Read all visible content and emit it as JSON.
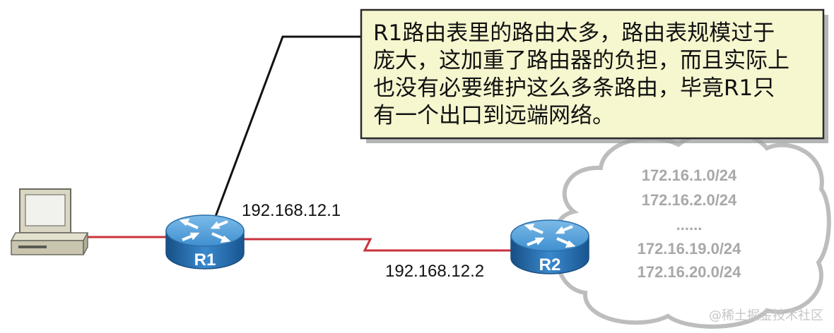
{
  "callout": {
    "lines": [
      "R1路由表里的路由太多，路由表规模过于",
      "庞大，这加重了路由器的负担，而且实际上",
      "也没有必要维护这么多条路由，毕竟R1只",
      "有一个出口到远端网络。"
    ]
  },
  "devices": {
    "pc": {
      "icon": "pc-icon"
    },
    "r1": {
      "label": "R1",
      "icon": "router-icon"
    },
    "r2": {
      "label": "R2",
      "icon": "router-icon"
    }
  },
  "links": {
    "r1_ip": "192.168.12.1",
    "r2_ip": "192.168.12.2"
  },
  "cloud": {
    "icon": "cloud-icon",
    "networks": [
      "172.16.1.0/24",
      "172.16.2.0/24",
      "......",
      "172.16.19.0/24",
      "172.16.20.0/24"
    ]
  },
  "watermark": "@稀土掘金技术社区",
  "colors": {
    "link": "#c8323c",
    "leader_line": "#111111",
    "callout_background": "#f6f6cf",
    "cloud_outline": "#bdbdbd",
    "cloud_text": "#a8a8a8",
    "router_top": "#5aa2d8"
  }
}
